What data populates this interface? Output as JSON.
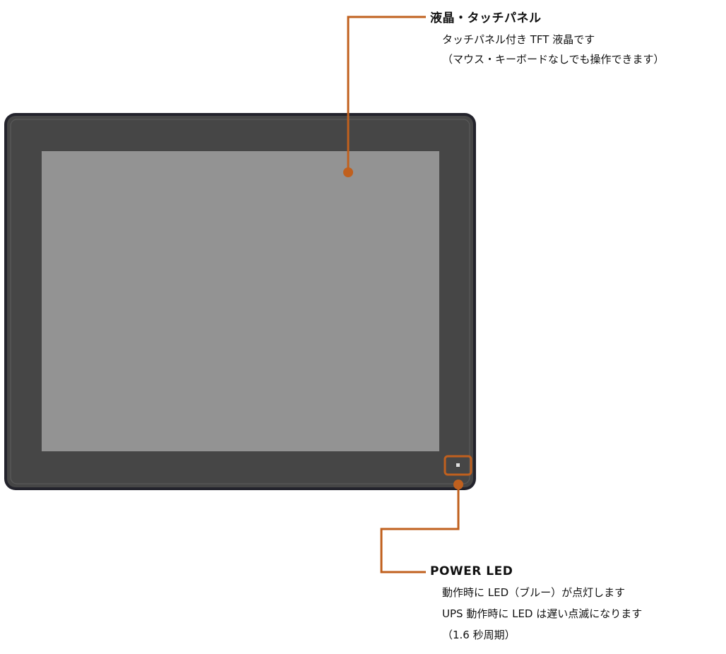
{
  "colors": {
    "leader": "#c0601e",
    "bezel": "#464646",
    "frame": "#2a2a34",
    "screen": "#939393"
  },
  "callouts": {
    "lcd": {
      "title": "液晶・タッチパネル",
      "lines": [
        "タッチパネル付き TFT 液晶です",
        "（マウス・キーボードなしでも操作できます）"
      ]
    },
    "power_led": {
      "title": "POWER LED",
      "lines": [
        "動作時に LED（ブルー）が点灯します",
        "UPS 動作時に LED は遅い点滅になります",
        "（1.6 秒周期）"
      ]
    }
  }
}
